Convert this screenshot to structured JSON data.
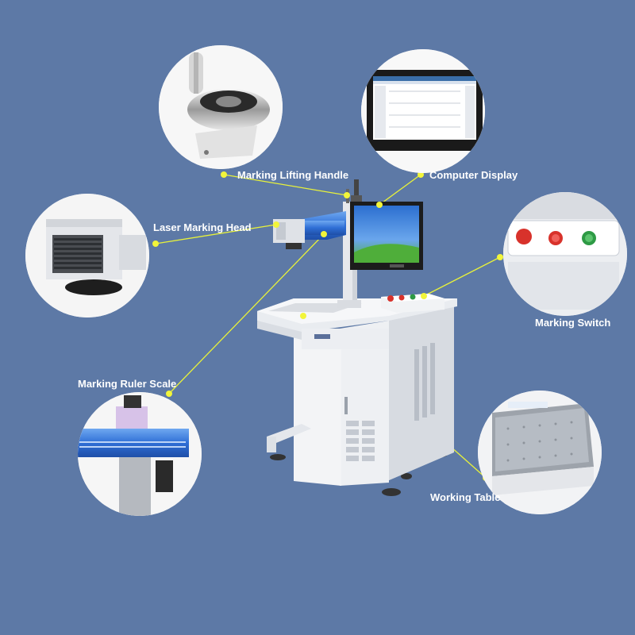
{
  "labels": {
    "lifting_handle": "Marking Lifting Handle",
    "computer_display": "Computer Display",
    "laser_head": "Laser Marking Head",
    "marking_switch": "Marking Switch",
    "ruler_scale": "Marking Ruler Scale",
    "working_table": "Working Table"
  },
  "colors": {
    "background": "#5d79a6",
    "callout_line": "#e8f23a",
    "callout_dot": "#f2f53a",
    "machine_body": "#eef0f3",
    "machine_shadow": "#c9ced6",
    "switch_red": "#d8322b",
    "switch_green": "#2e9a45",
    "desktop_blue": "#3b7fd4",
    "desktop_green": "#4fae3a",
    "laser_blue": "#2f6fd6"
  },
  "icons": [
    "lifting-handle-photo",
    "computer-display-photo",
    "laser-head-photo",
    "switch-panel-photo",
    "ruler-scale-photo",
    "working-table-photo"
  ]
}
